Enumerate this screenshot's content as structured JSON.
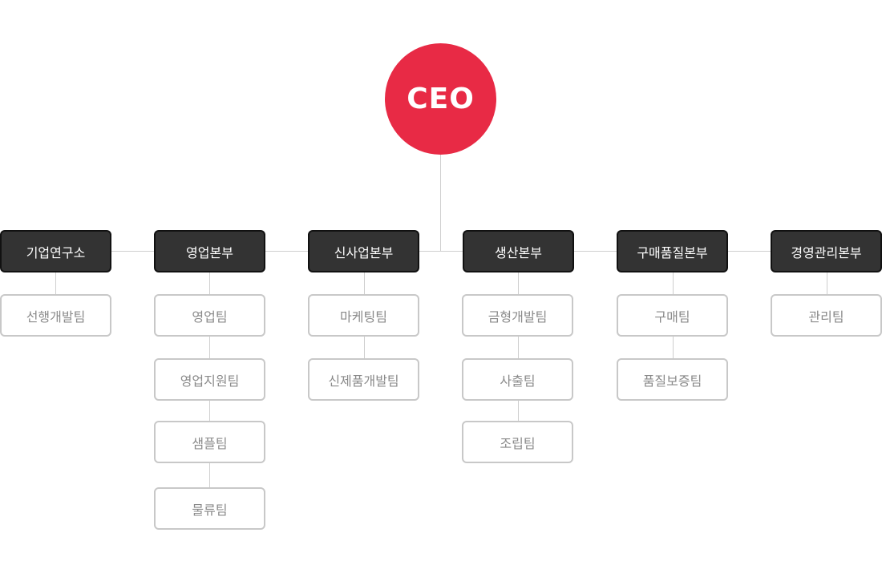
{
  "ceo": {
    "label": "CEO"
  },
  "divisions": [
    {
      "name": "기업연구소",
      "teams": [
        "선행개발팀"
      ]
    },
    {
      "name": "영업본부",
      "teams": [
        "영업팀",
        "영업지원팀",
        "샘플팀",
        "물류팀"
      ]
    },
    {
      "name": "신사업본부",
      "teams": [
        "마케팅팀",
        "신제품개발팀"
      ]
    },
    {
      "name": "생산본부",
      "teams": [
        "금형개발팀",
        "사출팀",
        "조립팀"
      ]
    },
    {
      "name": "구매품질본부",
      "teams": [
        "구매팀",
        "품질보증팀"
      ]
    },
    {
      "name": "경영관리본부",
      "teams": [
        "관리팀"
      ]
    }
  ],
  "colors": {
    "ceo": "#e82a45",
    "division": "#333333",
    "team_border": "#c8c8c8",
    "connector": "#cfcfcf"
  }
}
